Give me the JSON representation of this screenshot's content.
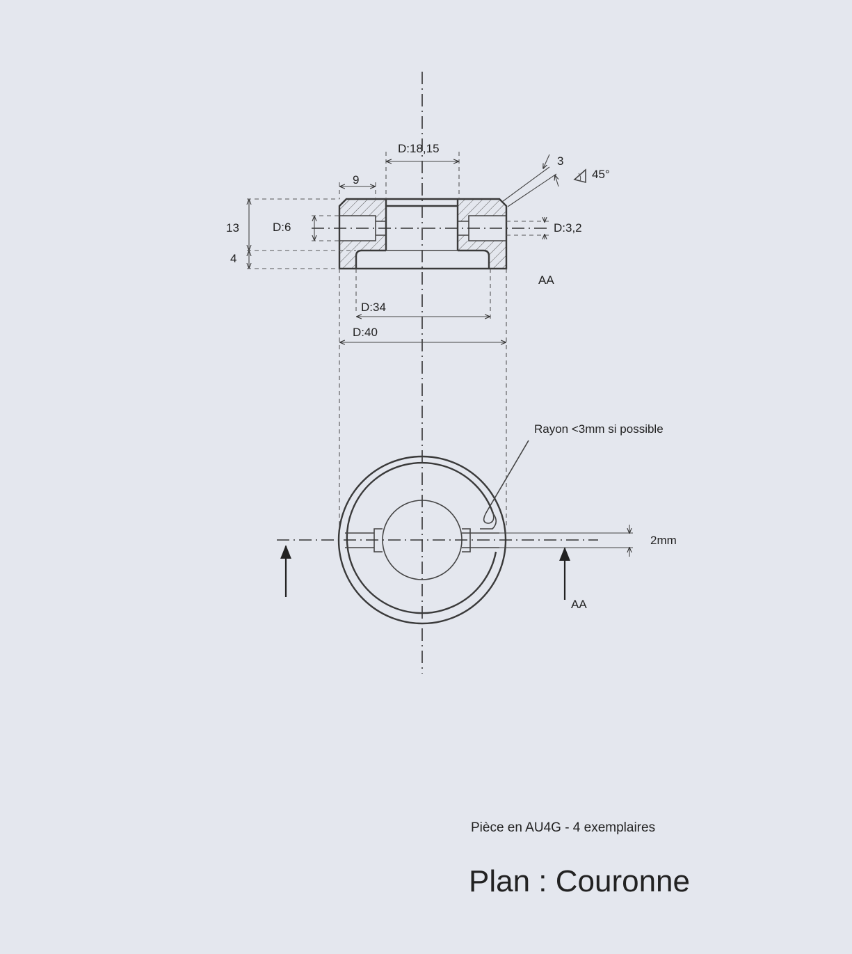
{
  "labels": {
    "d_bore": "D:18,15",
    "chamfer_size": "3",
    "chamfer_angle": "45°",
    "width_9": "9",
    "height_13": "13",
    "height_4": "4",
    "d_hole": "D:6",
    "d_thread": "D:3,2",
    "section_name": "AA",
    "d_recess": "D:34",
    "d_outer": "D:40",
    "radius_note": "Rayon <3mm si possible",
    "slot_width": "2mm",
    "section_arrow_label": "AA",
    "material_note": "Pièce en AU4G - 4 exemplaires",
    "title": "Plan : Couronne"
  },
  "colors": {
    "paper": "#e4e7ee",
    "ink": "#3a3a3a"
  }
}
